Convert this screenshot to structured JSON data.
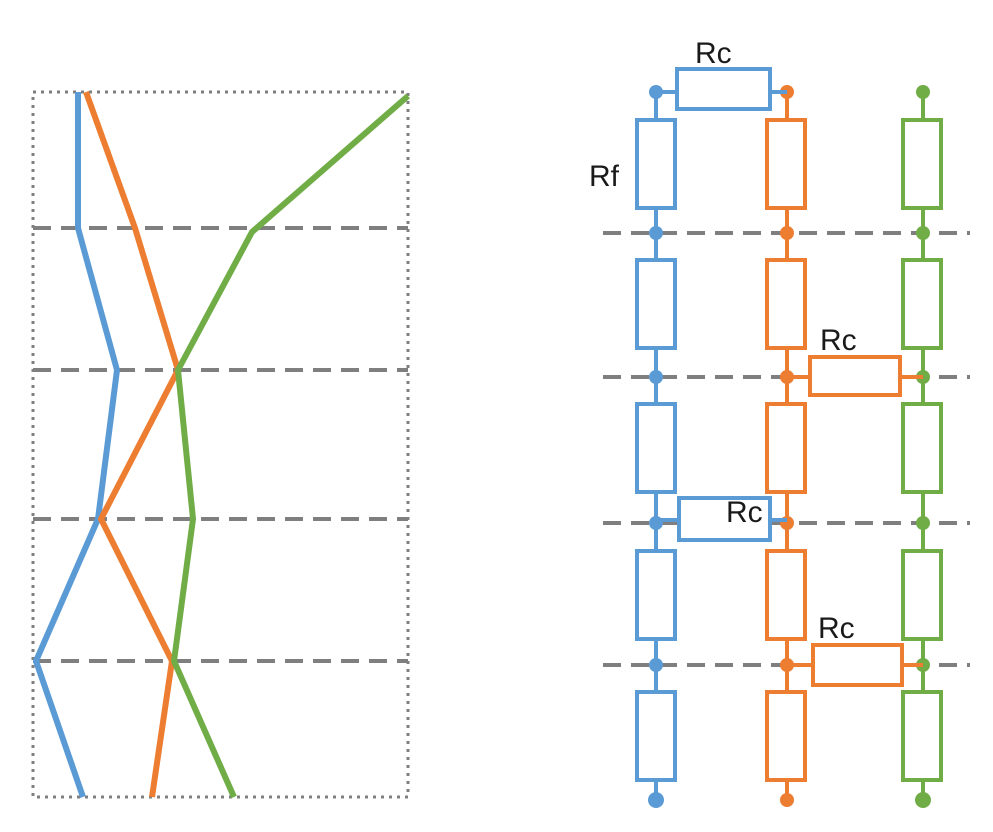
{
  "colors": {
    "blue": "#5b9bd5",
    "orange": "#ed7d31",
    "green": "#70ad47",
    "dashed": "#7f7f7f",
    "dotted": "#7f7f7f",
    "text": "#1a1a1a",
    "background": "#ffffff"
  },
  "labels": {
    "rc_top": "Rc",
    "rf": "Rf",
    "rc_mid_right": "Rc",
    "rc_mid_left": "Rc",
    "rc_bottom": "Rc"
  },
  "profile_panel": {
    "layer_boundaries": 4,
    "series": [
      {
        "color_key": "blue"
      },
      {
        "color_key": "orange"
      },
      {
        "color_key": "green"
      }
    ]
  },
  "circuit_panel": {
    "columns": [
      {
        "color_key": "blue",
        "resistors_per_column": 5
      },
      {
        "color_key": "orange",
        "resistors_per_column": 5
      },
      {
        "color_key": "green",
        "resistors_per_column": 5
      }
    ],
    "cross_connections": [
      {
        "label_key": "rc_top",
        "from": "blue",
        "to": "orange",
        "color_key": "blue"
      },
      {
        "label_key": "rc_mid_right",
        "from": "orange",
        "to": "green",
        "color_key": "orange"
      },
      {
        "label_key": "rc_mid_left",
        "from": "blue",
        "to": "orange",
        "color_key": "blue"
      },
      {
        "label_key": "rc_bottom",
        "from": "orange",
        "to": "green",
        "color_key": "orange"
      }
    ]
  }
}
